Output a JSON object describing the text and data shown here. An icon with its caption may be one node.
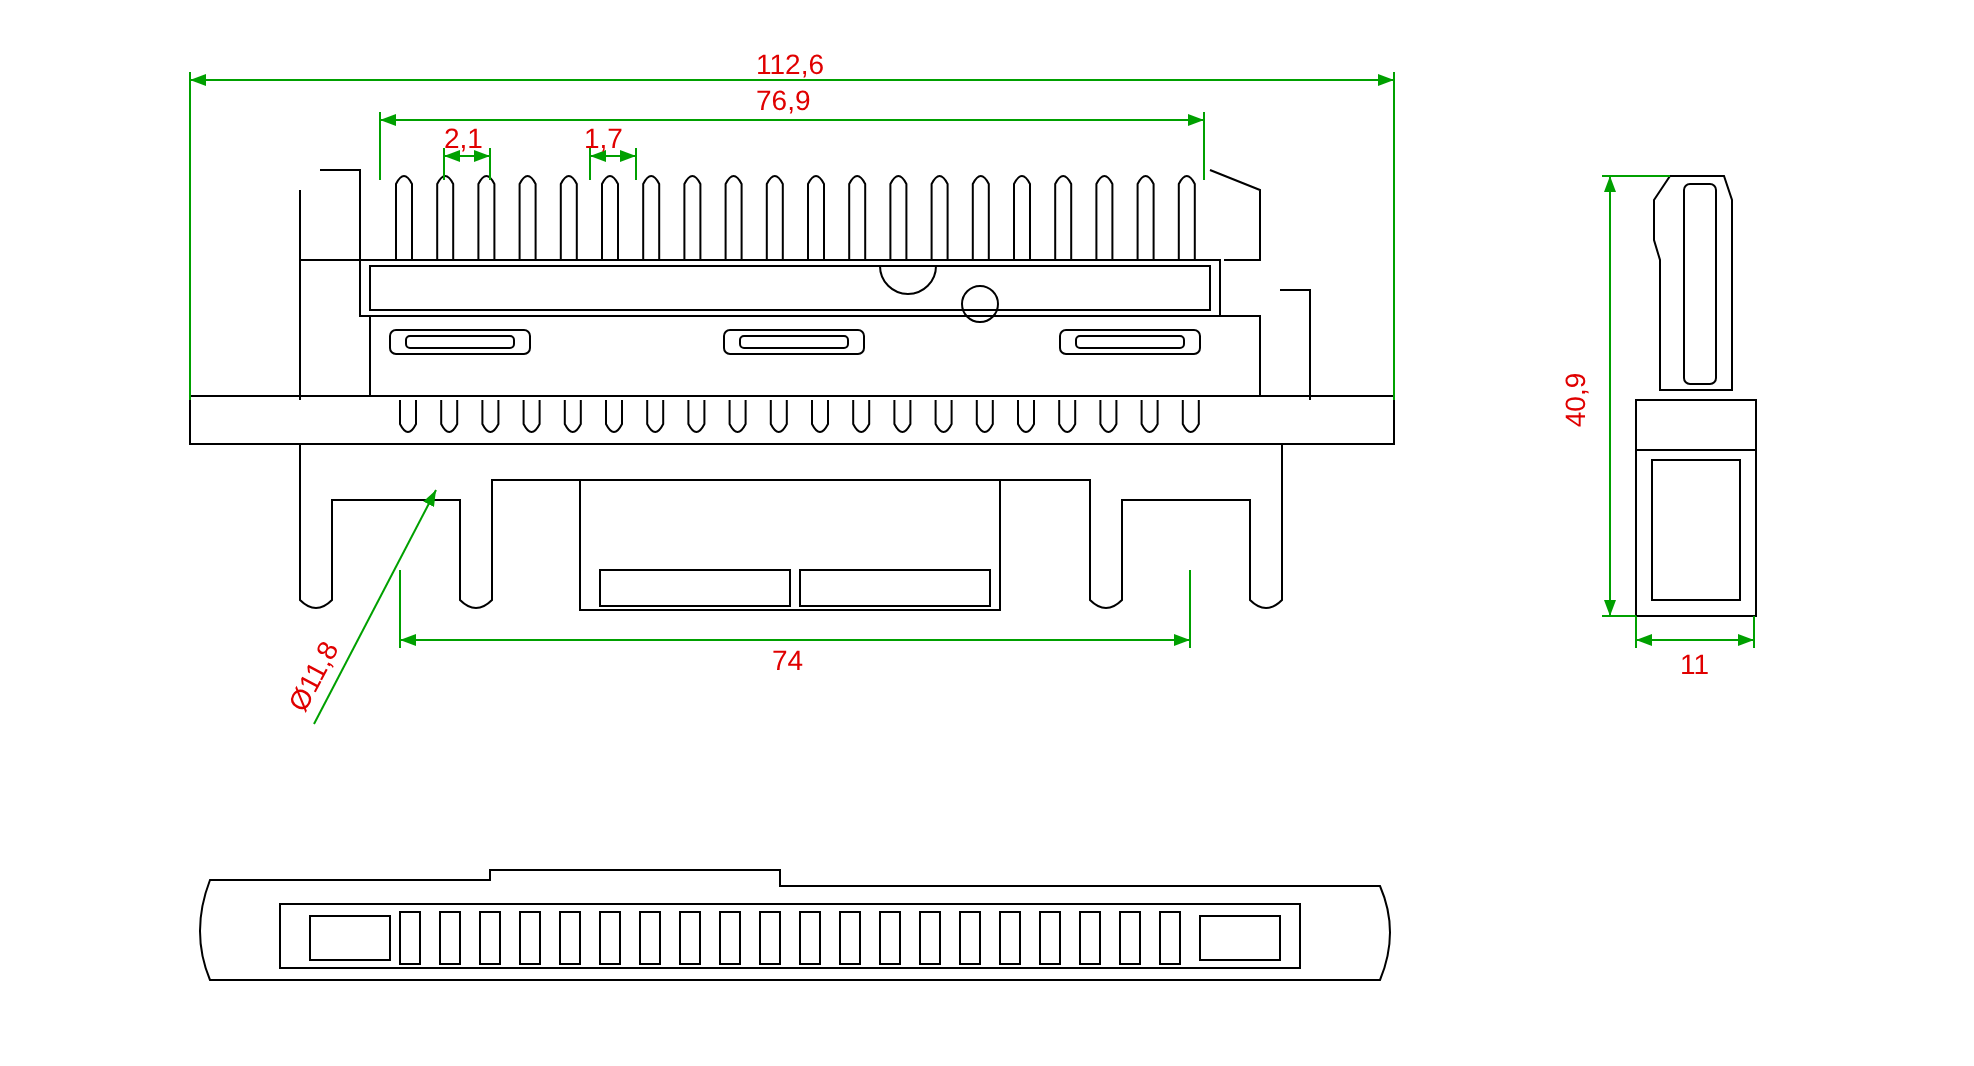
{
  "diagram": {
    "labels": [
      "112,6",
      "76,9",
      "2,1",
      "1,7",
      "40,9",
      "74",
      "Ø11,8",
      "11"
    ]
  }
}
